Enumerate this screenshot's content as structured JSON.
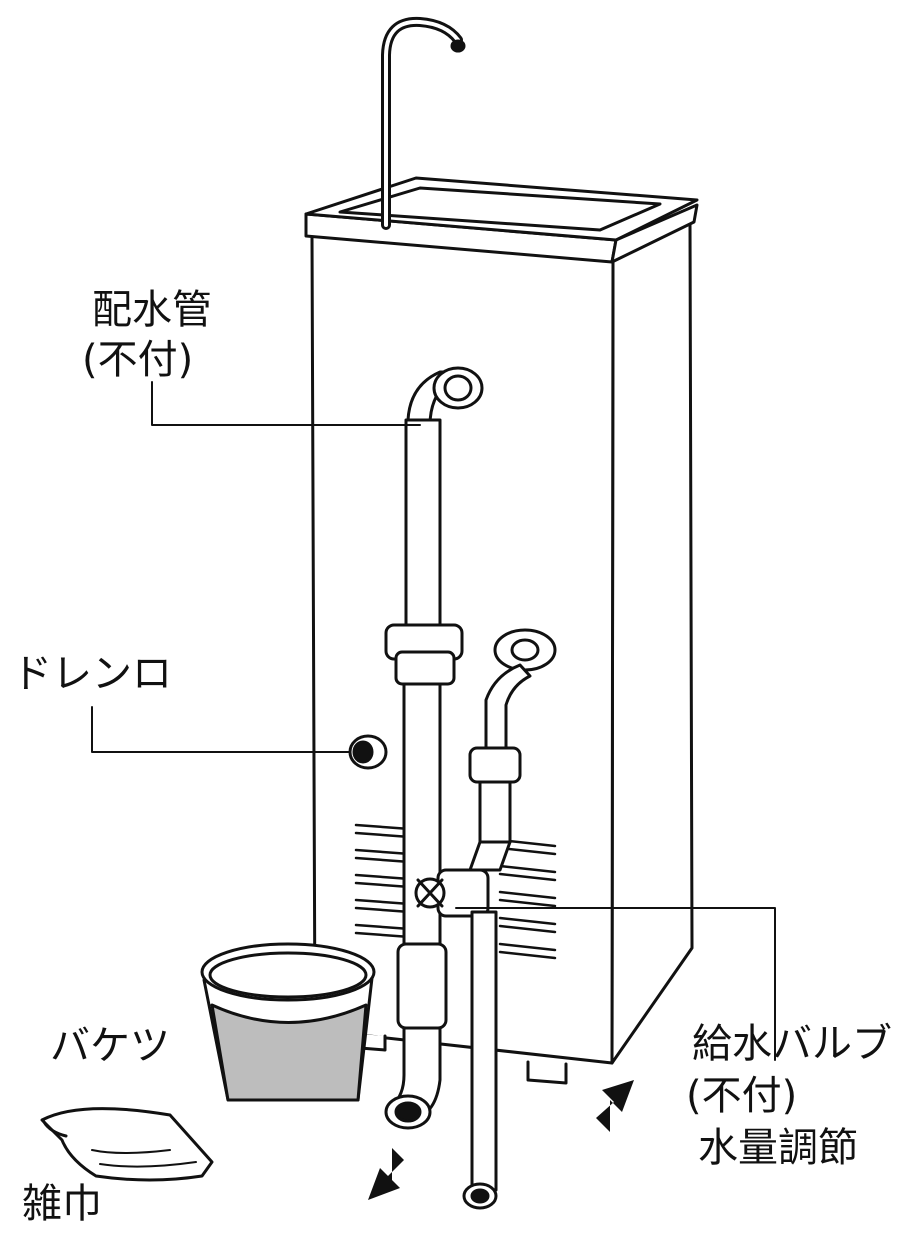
{
  "labels": {
    "drain_pipe": [
      "配水管",
      "(不付)"
    ],
    "drain_port": "ドレンロ",
    "bucket": "バケツ",
    "cloth": "雑巾",
    "supply_valve": [
      "給水バルブ",
      "(不付)",
      "水量調節"
    ]
  },
  "colors": {
    "line": "#111111",
    "fill": "#ffffff",
    "bucket_water": "#bdbdbd"
  }
}
